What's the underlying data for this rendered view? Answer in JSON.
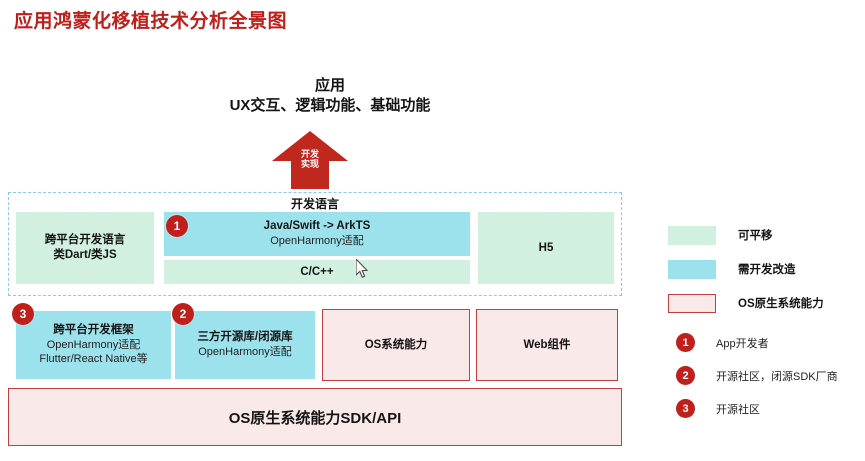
{
  "page_title": "应用鸿蒙化移植技术分析全景图",
  "colors": {
    "title_red": "#bf1f19",
    "badge_red": "#c0201c",
    "arrow_red": "#c0281e",
    "green": "#d2f0df",
    "cyan": "#9be2ec",
    "pink_fill": "#fae9e9",
    "pink_border": "#c0413c",
    "dashed_border": "#8fc8e8"
  },
  "app_header": {
    "line1": "应用",
    "line2": "UX交互、逻辑功能、基础功能"
  },
  "arrow": {
    "label_line1": "开发",
    "label_line2": "实现"
  },
  "devlang": {
    "title": "开发语言",
    "cells": {
      "crossplat_lang": {
        "line1": "跨平台开发语言",
        "line2": "类Dart/类JS"
      },
      "java_arkts": {
        "line1": "Java/Swift -> ArkTS",
        "line2": "OpenHarmony适配"
      },
      "cpp": {
        "line1": "C/C++"
      },
      "h5": {
        "line1": "H5"
      }
    }
  },
  "framework_row": {
    "crossplat_framework": {
      "line1": "跨平台开发框架",
      "line2": "OpenHarmony适配",
      "line3": "Flutter/React Native等"
    },
    "thirdparty_lib": {
      "line1": "三方开源库/闭源库",
      "line2": "OpenHarmony适配"
    },
    "os_capability": {
      "line1": "OS系统能力"
    },
    "web_component": {
      "line1": "Web组件"
    }
  },
  "sdk_bar": {
    "label": "OS原生系统能力SDK/API"
  },
  "diagram_badges": {
    "badge1": "1",
    "badge2": "2",
    "badge3": "3"
  },
  "legend": {
    "items": [
      {
        "swatch": "green",
        "label": "可平移"
      },
      {
        "swatch": "cyan",
        "label": "需开发改造"
      },
      {
        "swatch": "pink",
        "label": "OS原生系统能力"
      }
    ]
  },
  "legend_numbers": {
    "items": [
      {
        "num": "1",
        "label": "App开发者"
      },
      {
        "num": "2",
        "label": "开源社区，闭源SDK厂商"
      },
      {
        "num": "3",
        "label": "开源社区"
      }
    ]
  }
}
